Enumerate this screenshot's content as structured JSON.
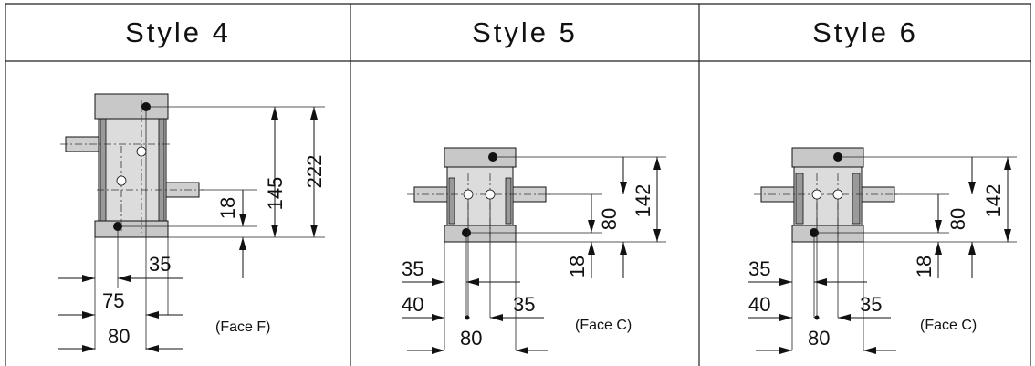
{
  "panels": [
    {
      "title": "Style 4",
      "face": "(Face F)",
      "dims": {
        "d222": "222",
        "d145": "145",
        "d18": "18",
        "d35": "35",
        "d75": "75",
        "d80": "80"
      }
    },
    {
      "title": "Style 5",
      "face": "(Face C)",
      "dims": {
        "d142": "142",
        "d80v": "80",
        "d18": "18",
        "d35a": "35",
        "d40": "40",
        "d35b": "35",
        "d80h": "80"
      }
    },
    {
      "title": "Style 6",
      "face": "(Face C)",
      "dims": {
        "d142": "142",
        "d80v": "80",
        "d18": "18",
        "d35a": "35",
        "d40": "40",
        "d35b": "35",
        "d80h": "80"
      }
    }
  ]
}
